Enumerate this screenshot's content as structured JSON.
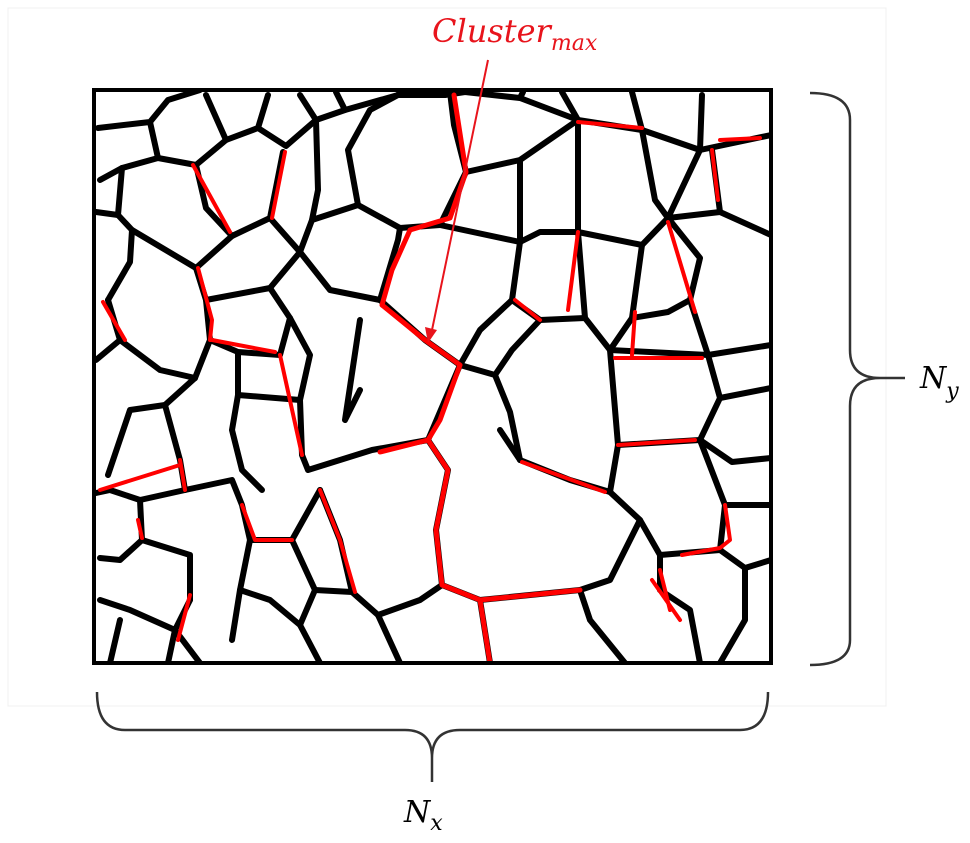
{
  "labels": {
    "cluster": {
      "base": "Cluster",
      "sub": "max"
    },
    "ny": {
      "base": "N",
      "sub": "y"
    },
    "nx": {
      "base": "N",
      "sub": "x"
    }
  },
  "colors": {
    "boundary": "#000000",
    "cluster": "#ff0000",
    "label_cluster": "#e8141c",
    "bracket": "#333333",
    "panel_border": "#f0f0f0"
  }
}
